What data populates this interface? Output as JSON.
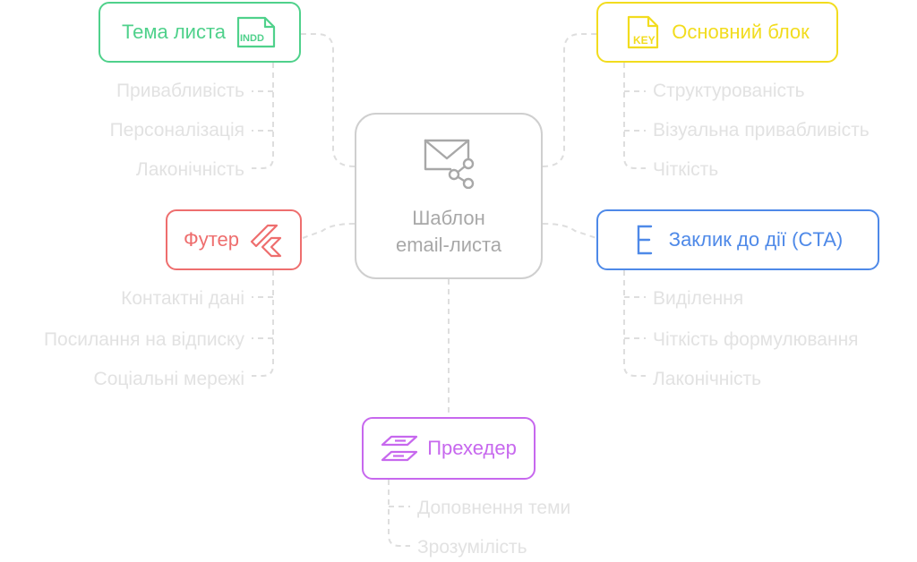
{
  "colors": {
    "green": "#4fd18b",
    "yellow": "#f2dc1e",
    "red": "#ee6e6e",
    "blue": "#4e89e8",
    "purple": "#c768ee",
    "center": "#a8a8a8",
    "connector": "#dedede",
    "leaf_text": "#e2e2e2"
  },
  "center": {
    "icon": "email-share-icon",
    "line1": "Шаблон",
    "line2": "email-листа"
  },
  "nodes": {
    "subject": {
      "label": "Тема листа",
      "icon": "indd-file-icon",
      "icon_text": "INDD",
      "leaves": [
        "Привабливість",
        "Персоналізація",
        "Лаконічність"
      ]
    },
    "main_block": {
      "label": "Основний блок",
      "icon": "key-file-icon",
      "icon_text": "KEY",
      "leaves": [
        "Структурованість",
        "Візуальна привабливість",
        "Чіткість"
      ]
    },
    "footer": {
      "label": "Футер",
      "icon": "flutter-icon",
      "leaves": [
        "Контактні дані",
        "Посилання на відписку",
        "Соціальні мережі"
      ]
    },
    "cta": {
      "label": "Заклик до дії (CTA)",
      "icon": "letter-e-icon",
      "leaves": [
        "Виділення",
        "Чіткість формулювання",
        "Лаконічність"
      ]
    },
    "preheader": {
      "label": "Прехедер",
      "icon": "double-arrow-icon",
      "leaves": [
        "Доповнення теми",
        "Зрозумілість"
      ]
    }
  }
}
